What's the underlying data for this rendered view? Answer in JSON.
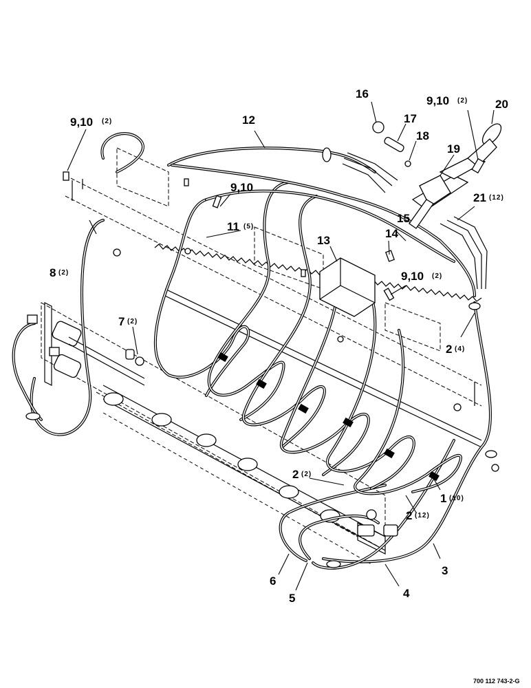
{
  "callouts": {
    "c1": {
      "label": "1",
      "qty": "(10)"
    },
    "c2a": {
      "label": "2",
      "qty": "(4)"
    },
    "c2b": {
      "label": "2",
      "qty": "(2)"
    },
    "c2c": {
      "label": "2",
      "qty": "(12)"
    },
    "c3": {
      "label": "3",
      "qty": ""
    },
    "c4": {
      "label": "4",
      "qty": ""
    },
    "c5": {
      "label": "5",
      "qty": ""
    },
    "c6": {
      "label": "6",
      "qty": ""
    },
    "c7": {
      "label": "7",
      "qty": "(2)"
    },
    "c8": {
      "label": "8",
      "qty": "(2)"
    },
    "c910a": {
      "label": "9,10",
      "qty": "(2)"
    },
    "c910b": {
      "label": "9,10",
      "qty": ""
    },
    "c910c": {
      "label": "9,10",
      "qty": "(2)"
    },
    "c910d": {
      "label": "9,10",
      "qty": "(2)"
    },
    "c11": {
      "label": "11",
      "qty": "(5)"
    },
    "c12": {
      "label": "12",
      "qty": ""
    },
    "c13": {
      "label": "13",
      "qty": ""
    },
    "c14": {
      "label": "14",
      "qty": ""
    },
    "c15": {
      "label": "15",
      "qty": ""
    },
    "c16": {
      "label": "16",
      "qty": ""
    },
    "c17": {
      "label": "17",
      "qty": ""
    },
    "c18": {
      "label": "18",
      "qty": ""
    },
    "c19": {
      "label": "19",
      "qty": ""
    },
    "c20": {
      "label": "20",
      "qty": ""
    },
    "c21": {
      "label": "21",
      "qty": "(12)"
    }
  },
  "document_number": "700 112 743-2-G"
}
